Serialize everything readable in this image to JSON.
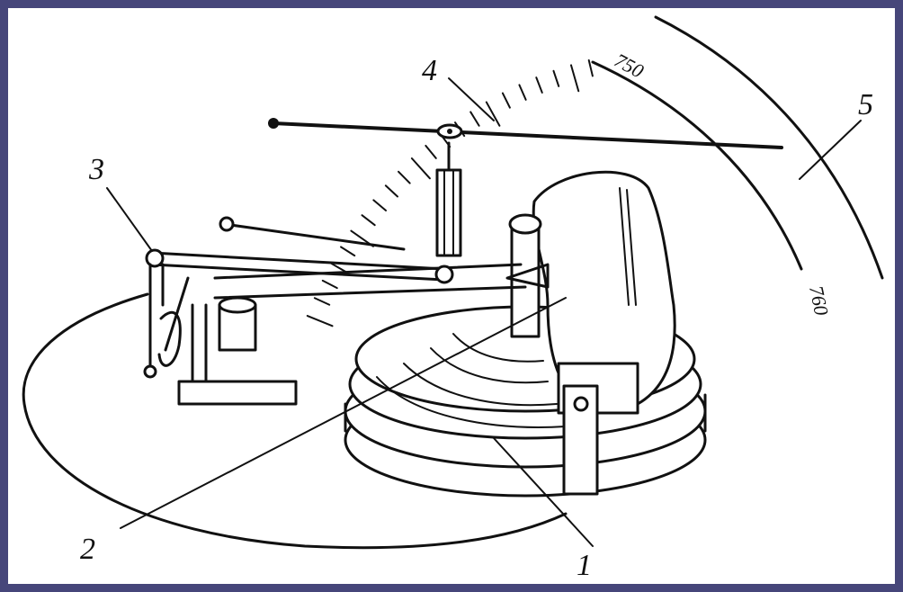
{
  "labels": {
    "l1": "1",
    "l2": "2",
    "l3": "3",
    "l4": "4",
    "l5": "5"
  },
  "scale": {
    "tick_750": "750",
    "tick_760": "760"
  }
}
